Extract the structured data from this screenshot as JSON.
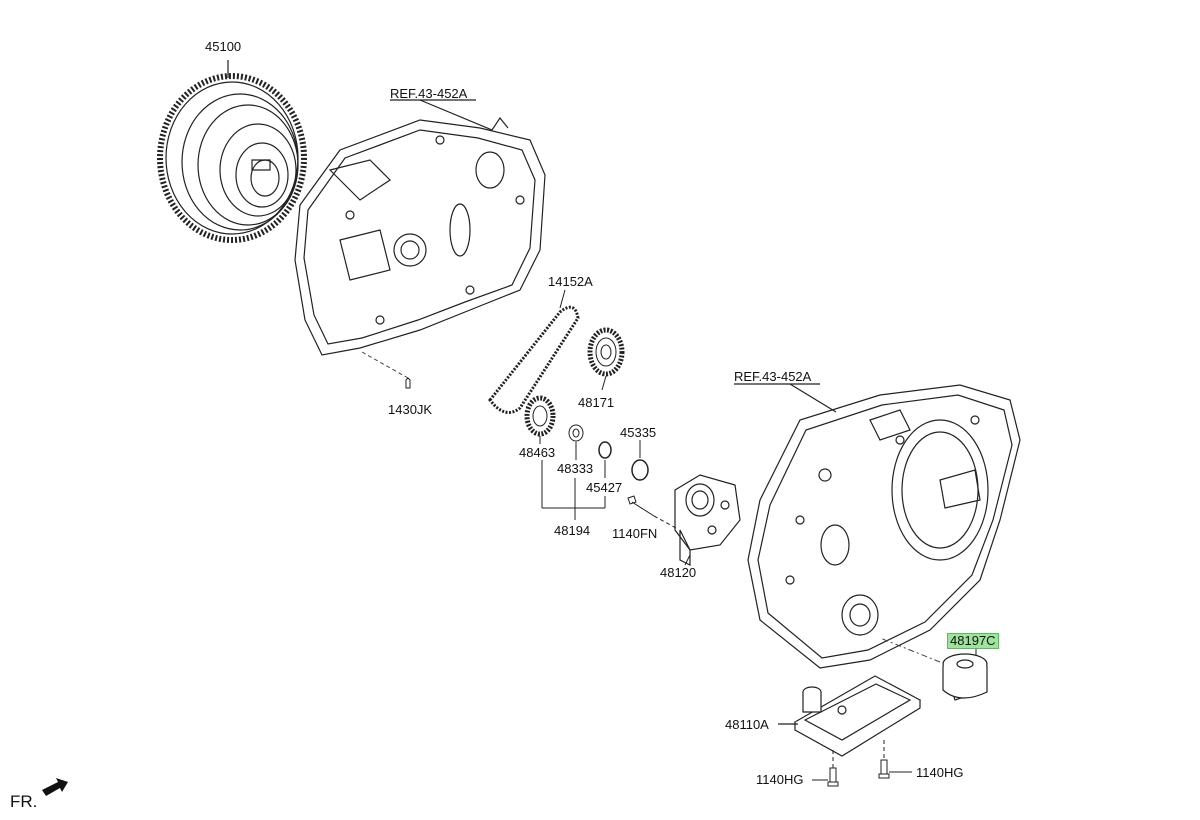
{
  "labels": {
    "p45100": "45100",
    "ref_top": "REF.43-452A",
    "p14152a": "14152A",
    "p48171": "48171",
    "p1430jk": "1430JK",
    "p48463": "48463",
    "p48333": "48333",
    "p45335": "45335",
    "p45427": "45427",
    "p48194": "48194",
    "p1140fn": "1140FN",
    "p48120": "48120",
    "ref_right": "REF.43-452A",
    "p48197c": "48197C",
    "p48110a": "48110A",
    "p1140hg_left": "1140HG",
    "p1140hg_right": "1140HG",
    "fr": "FR."
  },
  "highlight_color": "#9fe39f"
}
